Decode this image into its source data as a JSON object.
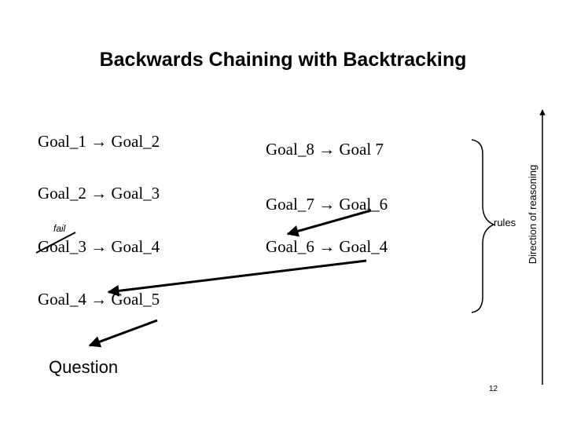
{
  "title": "Backwards Chaining with Backtracking",
  "arrow_symbol": "→",
  "left_rules": [
    {
      "from": "Goal_1",
      "to": "Goal_2"
    },
    {
      "from": "Goal_2",
      "to": "Goal_3"
    },
    {
      "from": "Goal_3",
      "to": "Goal_4"
    },
    {
      "from": "Goal_4",
      "to": "Goal_5"
    }
  ],
  "right_rules": [
    {
      "from": "Goal_8",
      "to": "Goal 7"
    },
    {
      "from": "Goal_7",
      "to": "Goal_6"
    },
    {
      "from": "Goal_6",
      "to": "Goal_4"
    }
  ],
  "fail_label": "fail",
  "question_label": "Question",
  "rules_label": "rules",
  "direction_label": "Direction of reasoning",
  "page_number": "12"
}
